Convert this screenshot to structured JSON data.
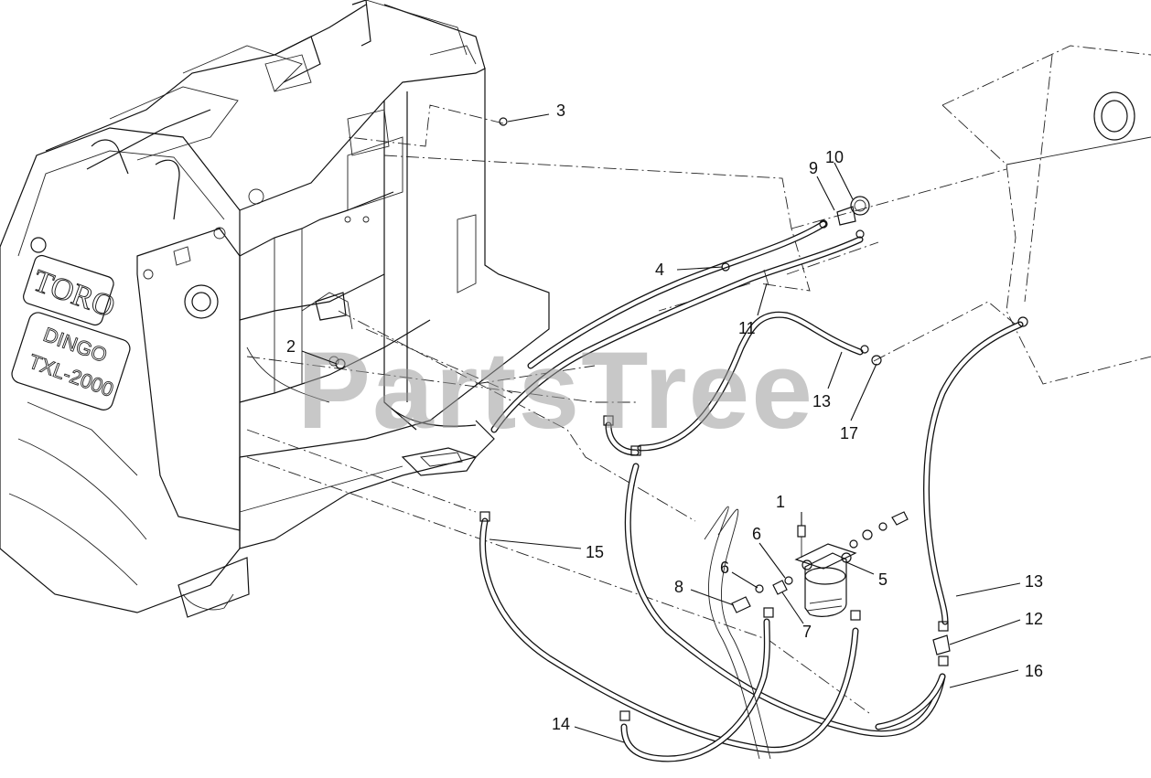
{
  "watermark": "PartsTree",
  "brand": {
    "logo_text": "TORO",
    "model_line1": "DINGO",
    "model_line2": "TXL-2000"
  },
  "callouts": [
    {
      "id": "c1",
      "label": "1"
    },
    {
      "id": "c2",
      "label": "2"
    },
    {
      "id": "c3",
      "label": "3"
    },
    {
      "id": "c4",
      "label": "4"
    },
    {
      "id": "c5",
      "label": "5"
    },
    {
      "id": "c6a",
      "label": "6"
    },
    {
      "id": "c6b",
      "label": "6"
    },
    {
      "id": "c7",
      "label": "7"
    },
    {
      "id": "c8",
      "label": "8"
    },
    {
      "id": "c9",
      "label": "9"
    },
    {
      "id": "c10",
      "label": "10"
    },
    {
      "id": "c11",
      "label": "11"
    },
    {
      "id": "c12",
      "label": "12"
    },
    {
      "id": "c13a",
      "label": "13"
    },
    {
      "id": "c13b",
      "label": "13"
    },
    {
      "id": "c14",
      "label": "14"
    },
    {
      "id": "c15",
      "label": "15"
    },
    {
      "id": "c16",
      "label": "16"
    },
    {
      "id": "c17",
      "label": "17"
    }
  ]
}
